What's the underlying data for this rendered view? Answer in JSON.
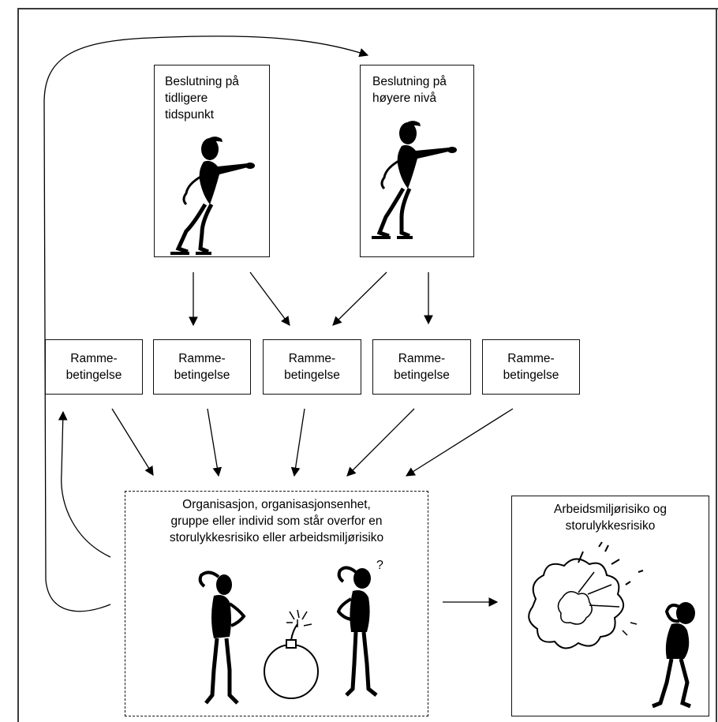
{
  "decisions": [
    {
      "label": "Beslutning på\ntidligere\ntidspunkt"
    },
    {
      "label": "Beslutning på\nhøyere nivå"
    }
  ],
  "frame_conditions": [
    {
      "label": "Ramme-\nbetingelse"
    },
    {
      "label": "Ramme-\nbetingelse"
    },
    {
      "label": "Ramme-\nbetingelse"
    },
    {
      "label": "Ramme-\nbetingelse"
    },
    {
      "label": "Ramme-\nbetingelse"
    }
  ],
  "organisation": {
    "label": "Organisasjon, organisasjonsenhet,\ngruppe eller individ som står overfor en\nstorulykkesrisiko eller arbeidsmiljørisiko"
  },
  "risk": {
    "label": "Arbeidsmiljørisiko og\nstorulykkesrisiko"
  },
  "colors": {
    "ink": "#000000",
    "border": "#3a3a3a",
    "background": "#ffffff"
  }
}
